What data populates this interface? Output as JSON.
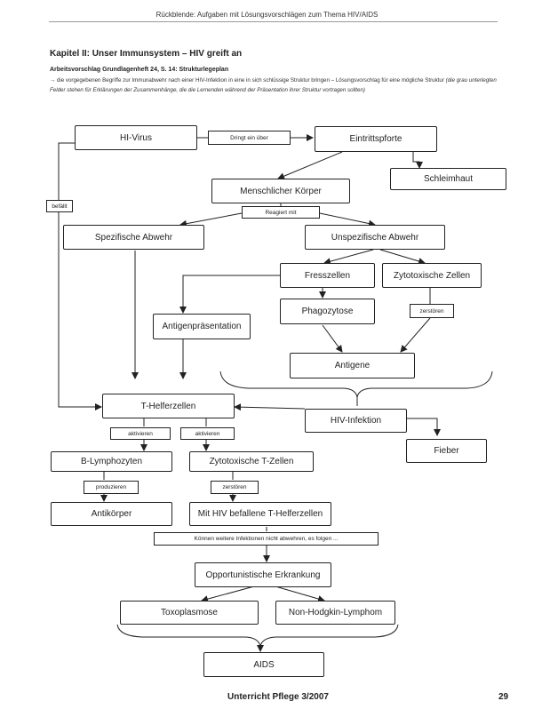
{
  "page": {
    "header": "Rückblende: Aufgaben mit Lösungsvorschlägen zum Thema HIV/AIDS",
    "title": "Kapitel II: Unser Immunsystem – HIV greift an",
    "subtitle": "Arbeitsvorschlag Grundlagenheft 24, S. 14: Strukturlegeplan",
    "instructions": "→ die vorgegebenen Begriffe zur Immunabwehr nach einer HIV-Infektion in eine in sich schlüssige Struktur bringen – Lösungsvorschlag für eine mögliche Struktur",
    "instructions_italic": "(die grau unterlegten Felder stehen für Erklärungen der Zusammenhänge, die die Lernenden während der Präsentation ihrer Struktur vortragen sollten)",
    "footer": "Unterricht Pflege 3/2007",
    "page_number": "29"
  },
  "diagram": {
    "hiv_virus": "HI-Virus",
    "dringt_ein": "Dringt ein über",
    "eintrittspforte": "Eintrittspforte",
    "schleimhaut": "Schleimhaut",
    "befaellt": "befällt",
    "koerper": "Menschlicher Körper",
    "reagiert": "Reagiert mit",
    "spezifisch": "Spezifische Abwehr",
    "unspezifisch": "Unspezifische Abwehr",
    "fresszellen": "Fresszellen",
    "zytotox_zellen": "Zytotoxische Zellen",
    "phagozytose": "Phagozytose",
    "zerstoeren": "zerstören",
    "antigenpraes": "Antigenpräsentation",
    "antigene": "Antigene",
    "hiv_infektion": "HIV-Infektion",
    "fieber": "Fieber",
    "t_helfer": "T-Helferzellen",
    "aktivieren1": "aktivieren",
    "aktivieren2": "aktivieren",
    "b_lympho": "B-Lymphozyten",
    "zytotox_t": "Zytotoxische T-Zellen",
    "produzieren": "produzieren",
    "zerstoeren2": "zerstören",
    "antikoerper": "Antikörper",
    "befallene_t": "Mit HIV befallene T-Helferzellen",
    "koennen": "Können weitere Infektionen nicht abwehren, es folgen ...",
    "opportunistisch": "Opportunistische Erkrankung",
    "toxoplasmose": "Toxoplasmose",
    "non_hodgkin": "Non-Hodgkin-Lymphom",
    "aids": "AIDS"
  }
}
